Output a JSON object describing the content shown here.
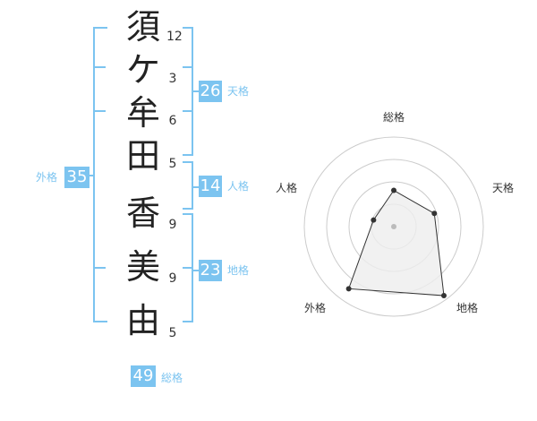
{
  "name_chars": [
    {
      "char": "須",
      "strokes": "12"
    },
    {
      "char": "ケ",
      "strokes": "3"
    },
    {
      "char": "牟",
      "strokes": "6"
    },
    {
      "char": "田",
      "strokes": "5"
    },
    {
      "char": "香",
      "strokes": "9"
    },
    {
      "char": "美",
      "strokes": "9"
    },
    {
      "char": "由",
      "strokes": "5"
    }
  ],
  "fortune": {
    "tenkaku": {
      "label": "天格",
      "value": "26"
    },
    "jinkaku": {
      "label": "人格",
      "value": "14"
    },
    "chikaku": {
      "label": "地格",
      "value": "23"
    },
    "gaikaku": {
      "label": "外格",
      "value": "35"
    },
    "soukaku": {
      "label": "総格",
      "value": "49"
    }
  },
  "radar": {
    "axes": [
      "総格",
      "天格",
      "地格",
      "外格",
      "人格"
    ],
    "levels": 4,
    "values": [
      1.7,
      2.0,
      4.0,
      3.6,
      1.0
    ],
    "max": 4.2,
    "colors": {
      "grid": "#cccccc",
      "fill": "#eeeeee",
      "line": "#333333",
      "point": "#333333"
    }
  },
  "colors": {
    "accent": "#7cc4f0"
  }
}
